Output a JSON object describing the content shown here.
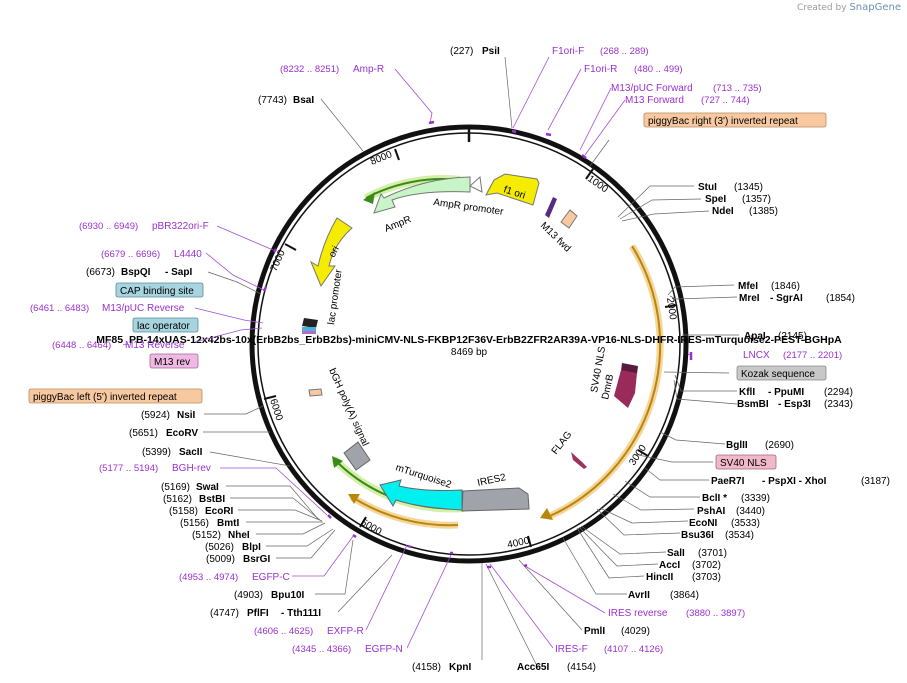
{
  "credit": {
    "prefix": "Created by",
    "brand": "SnapGene"
  },
  "plasmid": {
    "name": "MF85_PB-14xUAS-12x42bs-10x(ErbB2bs_ErbB2bs)-miniCMV-NLS-FKBP12F36V-ErbB2ZFR2AR39A-VP16-NLS-DHFR-IRES-mTurquoise2-PEST-BGHpA",
    "size": "8469 bp"
  },
  "tick_labels": [
    "1000",
    "2000",
    "3000",
    "4000",
    "5000",
    "6000",
    "7000",
    "8000"
  ],
  "features": [
    {
      "name": "f1 ori"
    },
    {
      "name": "AmpR promoter"
    },
    {
      "name": "AmpR"
    },
    {
      "name": "ori"
    },
    {
      "name": "lac promoter"
    },
    {
      "name": "M13 fwd"
    },
    {
      "name": "SV40 NLS"
    },
    {
      "name": "DmrB"
    },
    {
      "name": "FLAG"
    },
    {
      "name": "IRES2"
    },
    {
      "name": "mTurquoise2"
    },
    {
      "name": "bGH poly(A) signal"
    }
  ],
  "boxed_labels": [
    {
      "text": "piggyBac right (3') inverted repeat",
      "color": "#f8c9a0"
    },
    {
      "text": "CAP binding site",
      "color": "#a8d4e0"
    },
    {
      "text": "lac operator",
      "color": "#a8d4e0"
    },
    {
      "text": "M13 rev",
      "color": "#f0b8e4"
    },
    {
      "text": "piggyBac left (5') inverted repeat",
      "color": "#f8c9a0"
    },
    {
      "text": "Kozak sequence",
      "color": "#c8c8c8"
    },
    {
      "text": "SV40 NLS",
      "color": "#f0b8c8"
    }
  ],
  "primers": [
    {
      "name": "F1ori-F",
      "range": "(268 .. 289)"
    },
    {
      "name": "F1ori-R",
      "range": "(480 .. 499)"
    },
    {
      "name": "M13/pUC Forward",
      "range": "(713 .. 735)"
    },
    {
      "name": "M13 Forward",
      "range": "(727 .. 744)"
    },
    {
      "name": "Amp-R",
      "range": "(8232 .. 8251)"
    },
    {
      "name": "pBR322ori-F",
      "range": "(6930 .. 6949)"
    },
    {
      "name": "L4440",
      "range": "(6679 .. 6696)"
    },
    {
      "name": "M13/pUC Reverse",
      "range": "(6461 .. 6483)"
    },
    {
      "name": "M13 Reverse",
      "range": "(6448 .. 6464)"
    },
    {
      "name": "LNCX",
      "range": "(2177 .. 2201)"
    },
    {
      "name": "BGH-rev",
      "range": "(5177 .. 5194)"
    },
    {
      "name": "EGFP-C",
      "range": "(4953 .. 4974)"
    },
    {
      "name": "EXFP-R",
      "range": "(4606 .. 4625)"
    },
    {
      "name": "EGFP-N",
      "range": "(4345 .. 4366)"
    },
    {
      "name": "IRES reverse",
      "range": "(3880 .. 3897)"
    },
    {
      "name": "IRES-F",
      "range": "(4107 .. 4126)"
    }
  ],
  "sites_left": [
    {
      "pos": "(227)",
      "name": "PsiI"
    },
    {
      "pos": "(7743)",
      "name": "BsaI"
    },
    {
      "pos": "(6673)",
      "name": "BspQI",
      "extra": "- SapI"
    },
    {
      "pos": "(5924)",
      "name": "NsiI"
    },
    {
      "pos": "(5651)",
      "name": "EcoRV"
    },
    {
      "pos": "(5399)",
      "name": "SacII"
    },
    {
      "pos": "(5169)",
      "name": "SwaI"
    },
    {
      "pos": "(5162)",
      "name": "BstBI"
    },
    {
      "pos": "(5158)",
      "name": "EcoRI"
    },
    {
      "pos": "(5156)",
      "name": "BmtI"
    },
    {
      "pos": "(5152)",
      "name": "NheI"
    },
    {
      "pos": "(5026)",
      "name": "BlpI"
    },
    {
      "pos": "(5009)",
      "name": "BsrGI"
    },
    {
      "pos": "(4903)",
      "name": "Bpu10I"
    },
    {
      "pos": "(4747)",
      "name": "PflFI",
      "extra": "- Tth111I"
    },
    {
      "pos": "(4158)",
      "name": "KpnI"
    }
  ],
  "sites_right": [
    {
      "name": "StuI",
      "pos": "(1345)"
    },
    {
      "name": "SpeI",
      "pos": "(1357)"
    },
    {
      "name": "NdeI",
      "pos": "(1385)"
    },
    {
      "name": "MfeI",
      "pos": "(1846)"
    },
    {
      "name": "MreI",
      "extra": "- SgrAI",
      "pos": "(1854)"
    },
    {
      "name": "ApaI",
      "pos": "(2145)"
    },
    {
      "name": "KflI",
      "extra": "- PpuMI",
      "pos": "(2294)"
    },
    {
      "name": "BsmBI",
      "extra": "- Esp3I",
      "pos": "(2343)"
    },
    {
      "name": "BglII",
      "pos": "(2690)"
    },
    {
      "name": "PaeR7I",
      "extra": "- PspXI - XhoI",
      "pos": "(3187)"
    },
    {
      "name": "BclI *",
      "pos": "(3339)"
    },
    {
      "name": "PshAI",
      "pos": "(3440)"
    },
    {
      "name": "EcoNI",
      "pos": "(3533)"
    },
    {
      "name": "Bsu36I",
      "pos": "(3534)"
    },
    {
      "name": "SalI",
      "pos": "(3701)"
    },
    {
      "name": "AccI",
      "pos": "(3702)"
    },
    {
      "name": "HincII",
      "pos": "(3703)"
    },
    {
      "name": "AvrII",
      "pos": "(3864)"
    },
    {
      "name": "PmlI",
      "pos": "(4029)"
    },
    {
      "name": "Acc65I",
      "pos": "(4154)"
    }
  ]
}
